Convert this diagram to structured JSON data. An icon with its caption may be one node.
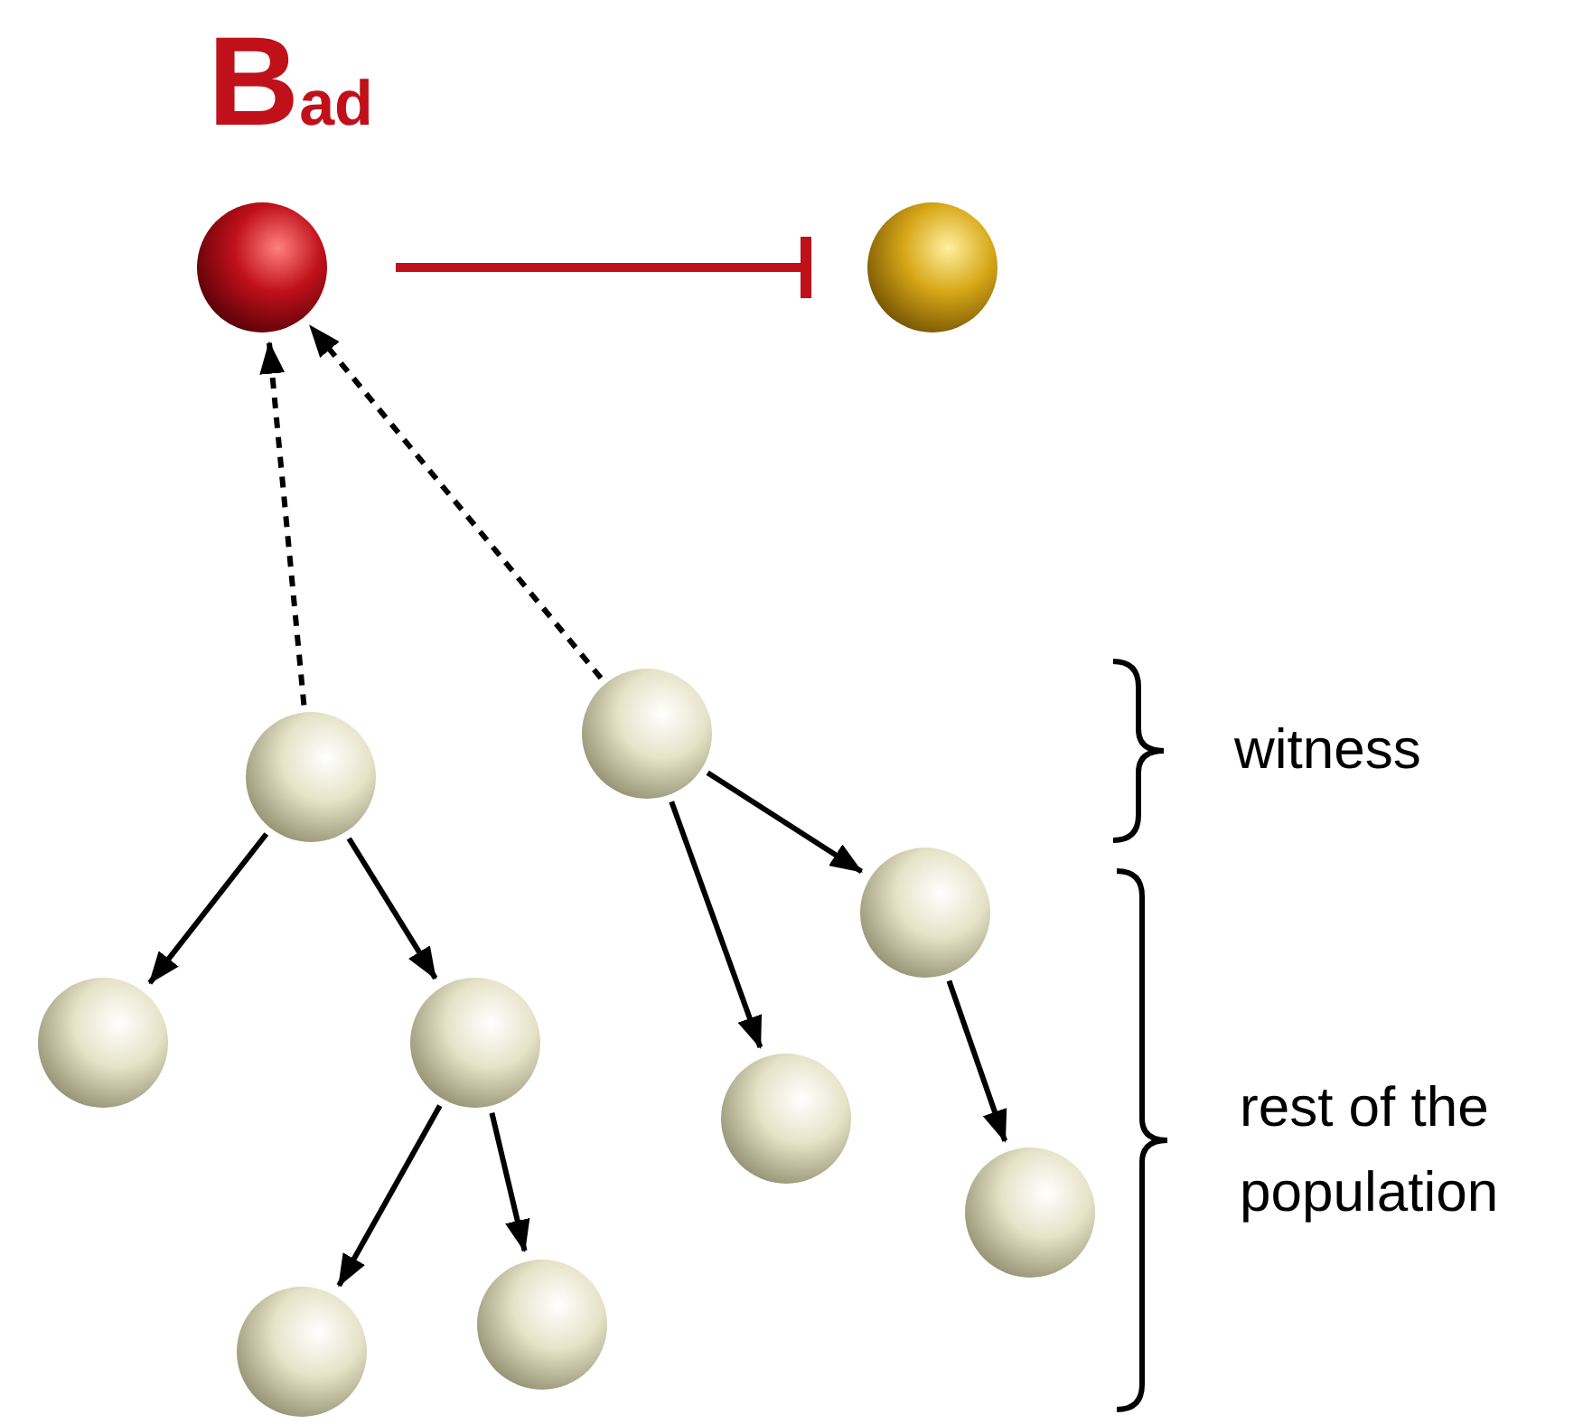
{
  "diagram": {
    "nodes": [
      {
        "text": [],
        "shape": "circle",
        "beside": [
          "B$_{ad}$"
        ]
      },
      {
        "text": [],
        "shape": "circle"
      },
      {
        "text": [],
        "shape": "circle"
      },
      {
        "text": [],
        "shape": "circle"
      },
      {
        "text": [],
        "shape": "circle"
      },
      {
        "text": [],
        "shape": "circle"
      },
      {
        "text": [],
        "shape": "circle"
      },
      {
        "text": [],
        "shape": "circle"
      },
      {
        "text": [],
        "shape": "circle"
      },
      {
        "text": [],
        "shape": "circle"
      },
      {
        "text": [],
        "shape": "circle"
      }
    ],
    "edges": [
      {
        "from": 0,
        "to": 1,
        "arrow": "other",
        "color": "#c0101a"
      },
      {
        "from": 2,
        "to": 0,
        "arrow": "to",
        "style": "dashed"
      },
      {
        "from": 3,
        "to": 0,
        "arrow": "to",
        "style": "dashed"
      },
      {
        "from": 2,
        "to": 4,
        "arrow": "to"
      },
      {
        "from": 2,
        "to": 5,
        "arrow": "to"
      },
      {
        "from": 5,
        "to": 8,
        "arrow": "to"
      },
      {
        "from": 5,
        "to": 9,
        "arrow": "to"
      },
      {
        "from": 3,
        "to": 7,
        "arrow": "to"
      },
      {
        "from": 3,
        "to": 6,
        "arrow": "to"
      },
      {
        "from": 6,
        "to": 10,
        "arrow": "to"
      }
    ],
    "labels": [
      "witness",
      "rest of the population"
    ]
  }
}
